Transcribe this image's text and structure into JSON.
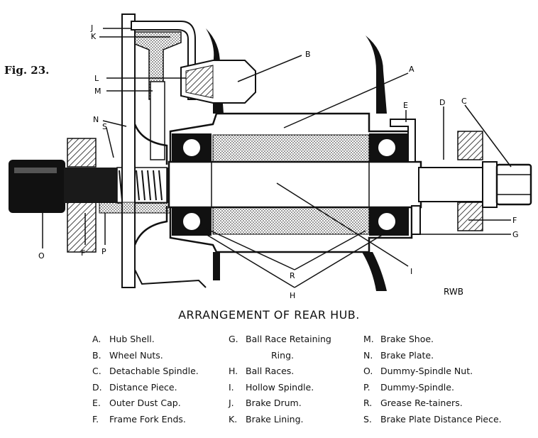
{
  "figure_label": "Fig. 23.",
  "title": "ARRANGEMENT OF REAR HUB.",
  "signature": "RWB",
  "letters": [
    "J",
    "K",
    "L",
    "M",
    "N",
    "S",
    "A",
    "B",
    "C",
    "D",
    "E",
    "F",
    "G",
    "F",
    "O",
    "P",
    "R",
    "H",
    "I"
  ],
  "legend": {
    "col1": [
      {
        "key": "A.",
        "text": "Hub Shell."
      },
      {
        "key": "B.",
        "text": "Wheel Nuts."
      },
      {
        "key": "C.",
        "text": "Detachable Spindle."
      },
      {
        "key": "D.",
        "text": "Distance Piece."
      },
      {
        "key": "E.",
        "text": "Outer Dust Cap."
      },
      {
        "key": "F.",
        "text": "Frame Fork Ends."
      }
    ],
    "col2": [
      {
        "key": "G.",
        "text": "Ball Race Retaining",
        "cont": "Ring."
      },
      {
        "key": "H.",
        "text": "Ball Races."
      },
      {
        "key": "I.",
        "text": "Hollow Spindle."
      },
      {
        "key": "J.",
        "text": "Brake Drum."
      },
      {
        "key": "K.",
        "text": "Brake Lining."
      }
    ],
    "col3": [
      {
        "key": "M.",
        "text": "Brake Shoe."
      },
      {
        "key": "N.",
        "text": "Brake Plate."
      },
      {
        "key": "O.",
        "text": "Dummy-Spindle Nut."
      },
      {
        "key": "P.",
        "text": "Dummy-Spindle."
      },
      {
        "key": "R.",
        "text": "Grease Re-tainers."
      },
      {
        "key": "S.",
        "text": "Brake Plate Distance Piece."
      }
    ]
  }
}
